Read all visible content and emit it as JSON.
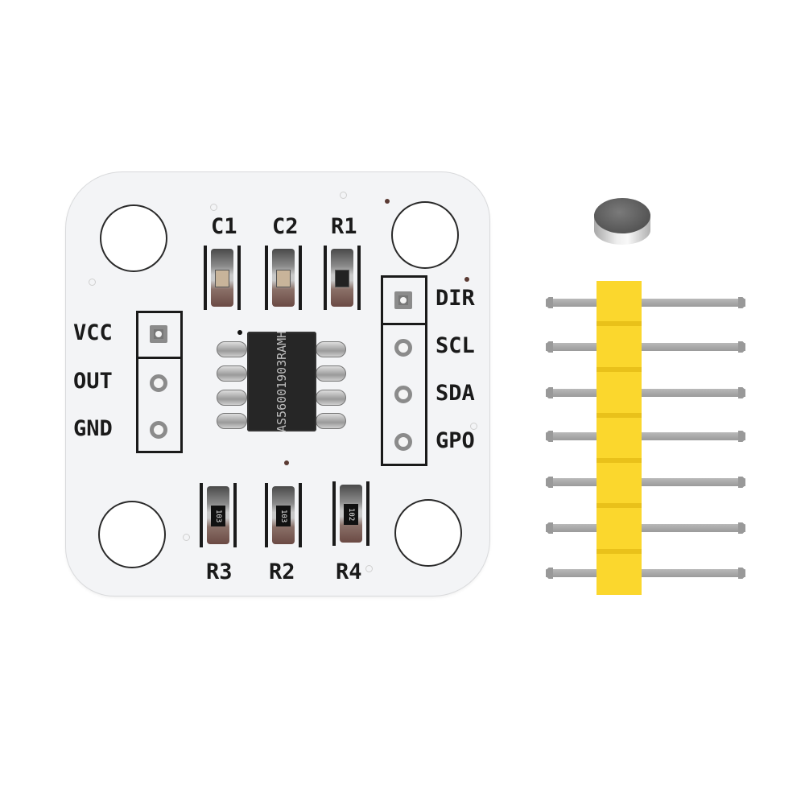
{
  "image": {
    "subject": "AS5600 magnetic encoder breakout board with magnet and pin header",
    "background_color": "#ffffff"
  },
  "board": {
    "color": "#f3f4f6",
    "top_components": [
      {
        "label": "C1",
        "type": "capacitor"
      },
      {
        "label": "C2",
        "type": "capacitor"
      },
      {
        "label": "R1",
        "type": "resistor"
      }
    ],
    "bottom_components": [
      {
        "label": "R3",
        "type": "resistor",
        "marking": "103"
      },
      {
        "label": "R2",
        "type": "resistor",
        "marking": "103"
      },
      {
        "label": "R4",
        "type": "resistor",
        "marking": "102"
      }
    ],
    "left_header": {
      "pins": [
        "VCC",
        "OUT",
        "GND"
      ]
    },
    "right_header": {
      "pins": [
        "DIR",
        "SCL",
        "SDA",
        "GPO"
      ]
    },
    "ic": {
      "line1": "AS5600",
      "line2": "1903RAM",
      "line3": "H"
    }
  },
  "accessories": {
    "magnet": "diametric-magnet",
    "pin_header": {
      "pin_count": 7,
      "color": "#fbd72d"
    }
  }
}
